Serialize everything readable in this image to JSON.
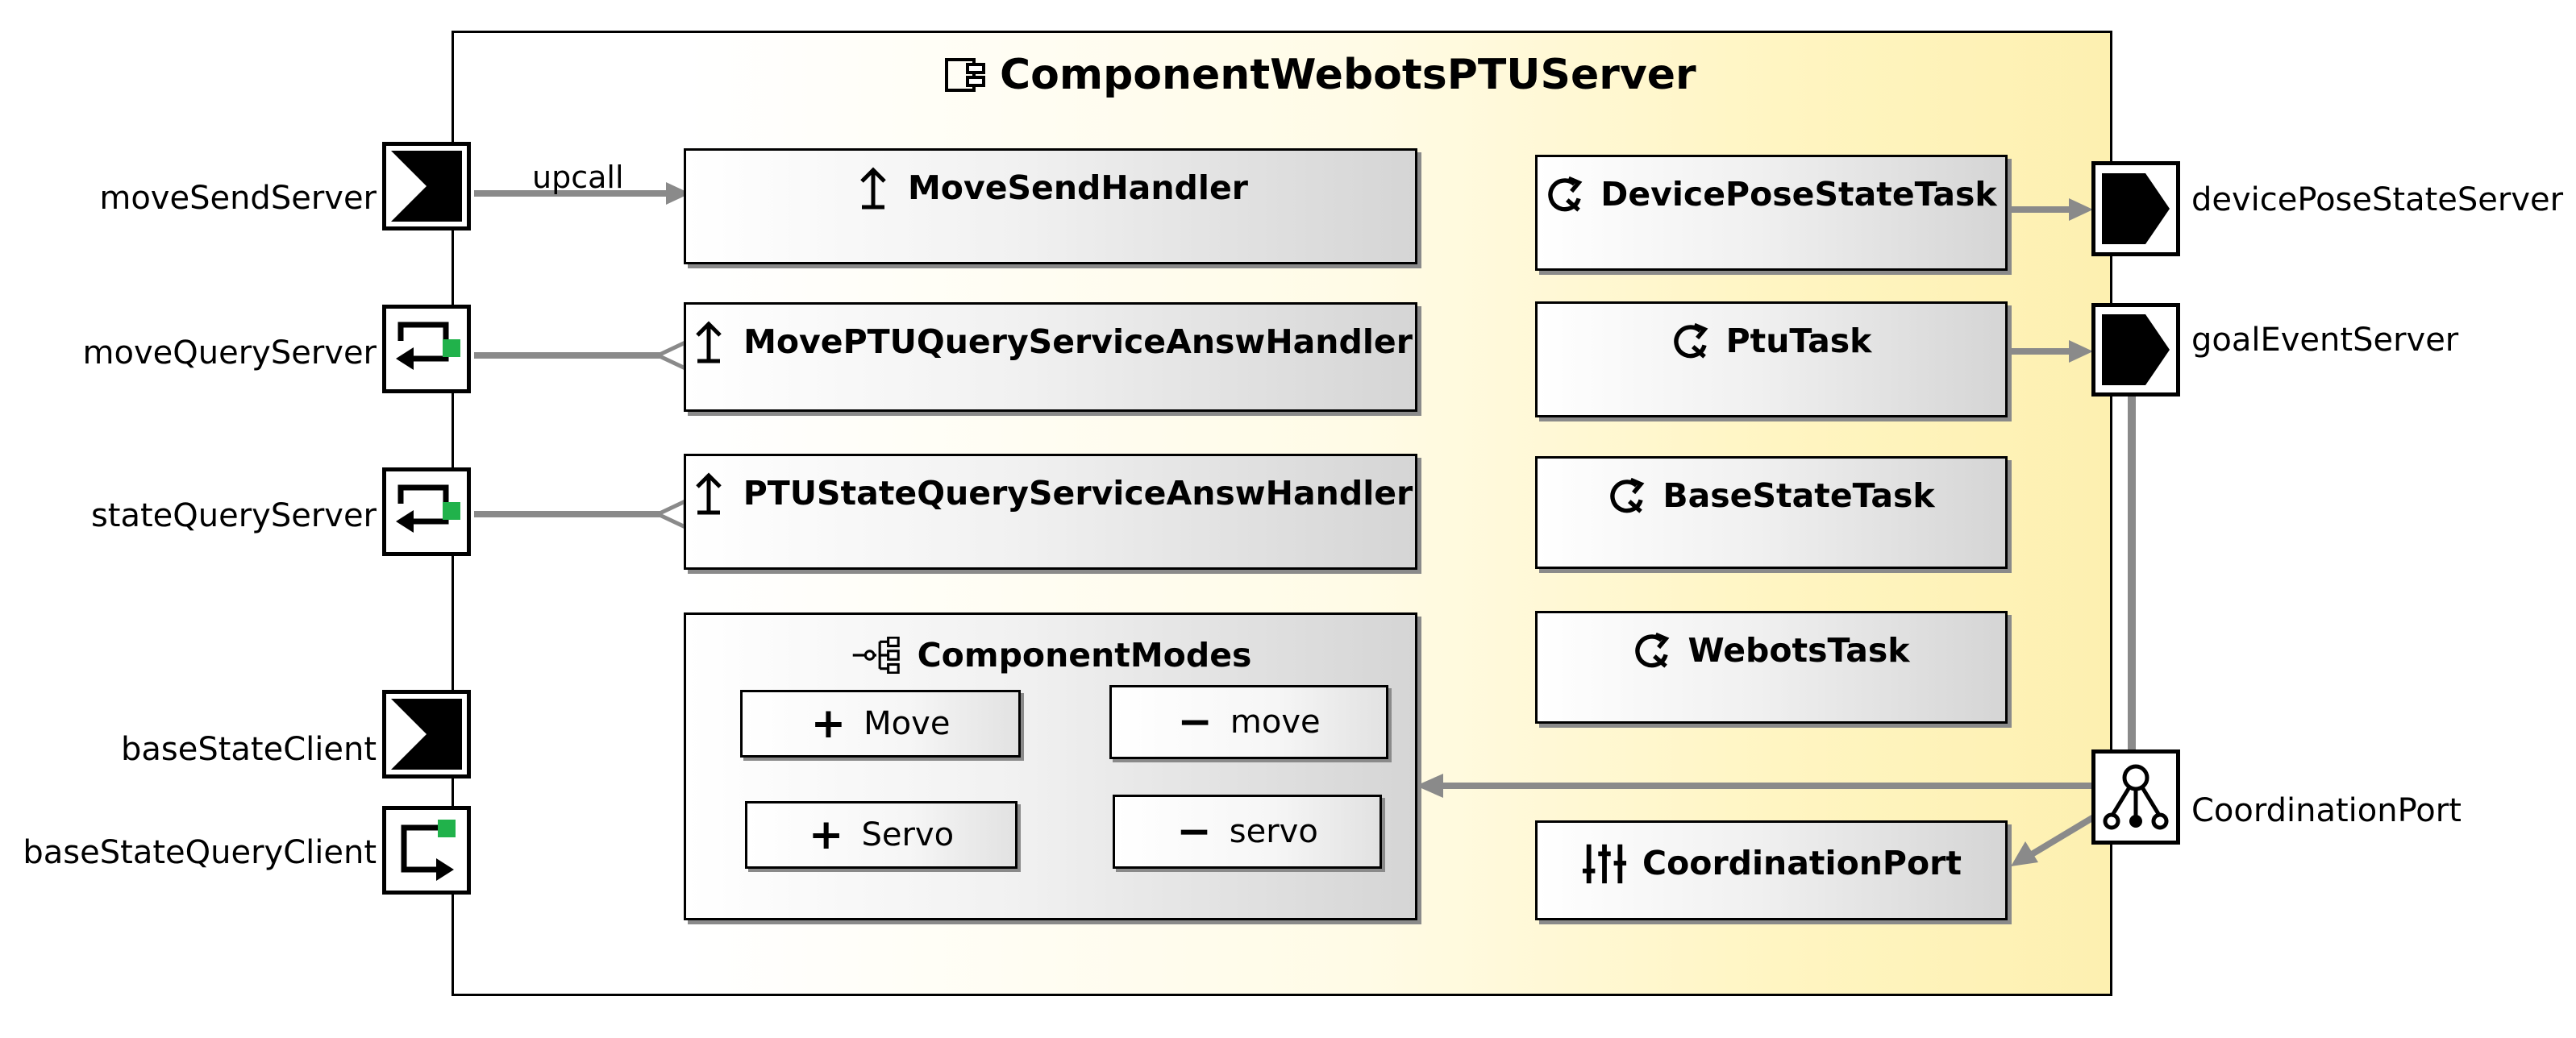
{
  "component": {
    "name": "ComponentWebotsPTUServer",
    "icon": "component-icon"
  },
  "handlers": [
    {
      "label": "MoveSendHandler",
      "icon": "upcall-arrow-icon"
    },
    {
      "label": "MovePTUQueryServiceAnswHandler",
      "icon": "upcall-arrow-icon"
    },
    {
      "label": "PTUStateQueryServiceAnswHandler",
      "icon": "upcall-arrow-icon"
    }
  ],
  "tasks": [
    {
      "label": "DevicePoseStateTask",
      "icon": "task-cycle-icon"
    },
    {
      "label": "PtuTask",
      "icon": "task-cycle-icon"
    },
    {
      "label": "BaseStateTask",
      "icon": "task-cycle-icon"
    },
    {
      "label": "WebotsTask",
      "icon": "task-cycle-icon"
    }
  ],
  "coordination_box": {
    "label": "CoordinationPort",
    "icon": "sliders-icon"
  },
  "modes": {
    "title": "ComponentModes",
    "icon": "mode-tree-icon",
    "rows": [
      {
        "from_sign": "+",
        "from_label": "Move",
        "to_sign": "−",
        "to_label": "move"
      },
      {
        "from_sign": "+",
        "from_label": "Servo",
        "to_sign": "−",
        "to_label": "servo"
      }
    ]
  },
  "ports_left": [
    {
      "label": "moveSendServer",
      "kind": "push-server"
    },
    {
      "label": "moveQueryServer",
      "kind": "query-server"
    },
    {
      "label": "stateQueryServer",
      "kind": "query-server"
    },
    {
      "label": "baseStateClient",
      "kind": "push-client"
    },
    {
      "label": "baseStateQueryClient",
      "kind": "query-client"
    }
  ],
  "ports_right": [
    {
      "label": "devicePoseStateServer",
      "kind": "push-out"
    },
    {
      "label": "goalEventServer",
      "kind": "event-out"
    },
    {
      "label": "CoordinationPort",
      "kind": "coordination"
    }
  ],
  "edge_labels": {
    "upcall": "upcall"
  },
  "colors": {
    "wire": "#8a8a8a",
    "green": "#21b24b",
    "gradient_end": "#fdf0b0"
  }
}
